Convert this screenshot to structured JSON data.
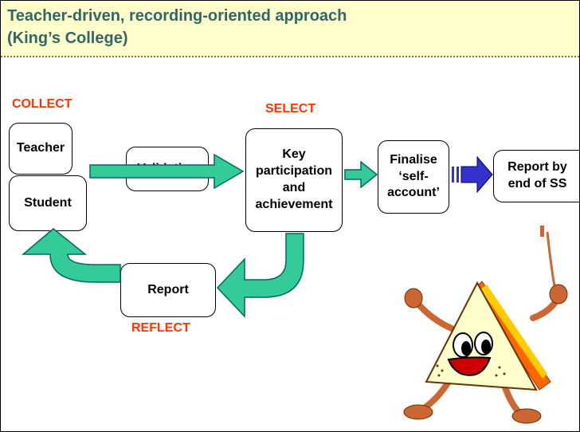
{
  "title": {
    "line1": "Teacher-driven, recording-oriented approach",
    "line2": "(King’s College)"
  },
  "stages": {
    "collect": "COLLECT",
    "select": "SELECT",
    "reflect": "REFLECT"
  },
  "boxes": {
    "teacher": "Teacher",
    "student": "Student",
    "validation": "Validation",
    "key": [
      "Key",
      "participation",
      "and",
      "achievement"
    ],
    "finalise": [
      "Finalise",
      "‘self-",
      "account’"
    ],
    "report_ss": [
      "Report by",
      "end of SS"
    ],
    "report": "Report"
  },
  "colors": {
    "title_bg": "#ffffcc",
    "title_text": "#336666",
    "stage_text": "#ff3300",
    "green_arrow": "#33cc99",
    "blue_arrow": "#3333cc"
  },
  "icons": {
    "mascot": "sandwich-mascot-icon"
  }
}
